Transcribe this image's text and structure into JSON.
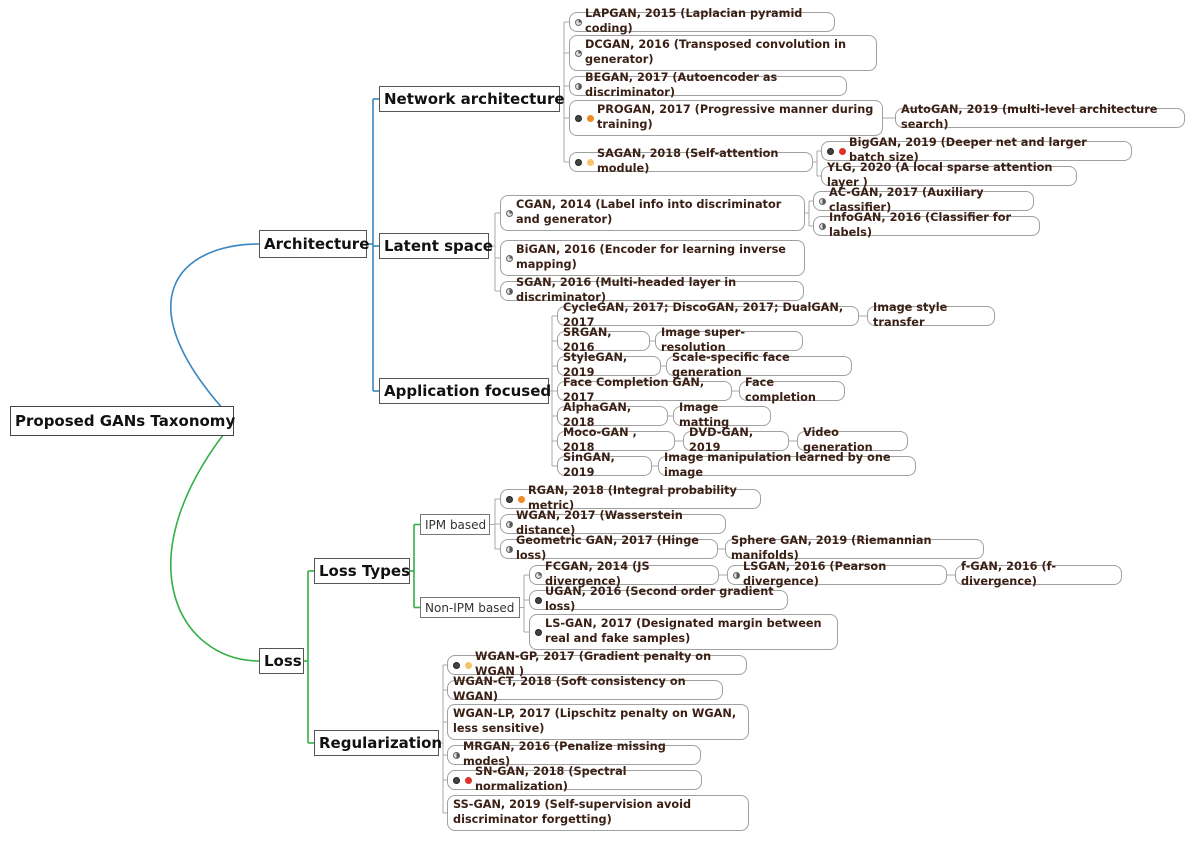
{
  "colors": {
    "architecture_link": "#3a86c0",
    "loss_link": "#33b046",
    "leaf_link": "#aaaaaa",
    "orange_dot": "#f08a24",
    "red_dot": "#e0302a",
    "yellow_dot": "#f5c36b"
  },
  "root": {
    "label": "Proposed GANs Taxonomy"
  },
  "architecture": {
    "label": "Architecture"
  },
  "network_architecture": {
    "label": "Network architecture"
  },
  "latent_space": {
    "label": "Latent space"
  },
  "application_focused": {
    "label": "Application focused"
  },
  "loss": {
    "label": "Loss"
  },
  "loss_types": {
    "label": "Loss Types"
  },
  "ipm_based": {
    "label": "IPM based"
  },
  "non_ipm_based": {
    "label": "Non-IPM based"
  },
  "regularization": {
    "label": "Regularization"
  },
  "leaves": {
    "lapgan": "LAPGAN, 2015 (Laplacian pyramid coding)",
    "dcgan": "DCGAN, 2016 (Transposed convolution in generator)",
    "began": "BEGAN, 2017 (Autoencoder as discriminator)",
    "progan": "PROGAN, 2017 (Progressive manner during training)",
    "autogan": "AutoGAN, 2019 (multi-level architecture search)",
    "sagan": "SAGAN, 2018 (Self-attention module)",
    "biggan": "BigGAN, 2019 (Deeper net and larger batch size)",
    "ylg": "YLG, 2020 (A local sparse attention layer )",
    "cgan": "CGAN, 2014 (Label info into discriminator and generator)",
    "acgan": "AC-GAN, 2017 (Auxiliary classifier)",
    "infogan": "InfoGAN, 2016 (Classifier for labels)",
    "bigan": "BiGAN, 2016 (Encoder for learning inverse mapping)",
    "sgan": "SGAN, 2016 (Multi-headed layer in discriminator)",
    "cyclegan": "CycleGAN, 2017; DiscoGAN, 2017; DualGAN, 2017",
    "style_transfer": "Image style transfer",
    "srgan": "SRGAN, 2016",
    "super_resolution": "Image super-resolution",
    "stylegan": "StyleGAN, 2019",
    "face_generation": "Scale-specific face generation",
    "face_completion_gan": "Face Completion GAN, 2017",
    "face_completion": "Face completion",
    "alphagan": "AlphaGAN, 2018",
    "image_matting": "Image matting",
    "mocogan": "Moco-GAN , 2018",
    "dvdgan": "DVD-GAN, 2019",
    "video_generation": "Video generation",
    "singan": "SinGAN, 2019",
    "image_manipulation": "Image manipulation learned by one image",
    "rgan": "RGAN, 2018 (Integral probability metric)",
    "wgan": "WGAN, 2017 (Wasserstein distance)",
    "geometric_gan": "Geometric GAN, 2017 (Hinge loss)",
    "sphere_gan": "Sphere GAN, 2019 (Riemannian manifolds)",
    "fcgan": "FCGAN, 2014 (JS divergence)",
    "lsgan": "LSGAN, 2016 (Pearson divergence)",
    "fgan": "f-GAN, 2016 (f-divergence)",
    "ugan": "UGAN, 2016 (Second order gradient loss)",
    "ls_gan": "LS-GAN, 2017 (Designated margin between real and fake samples)",
    "wgan_gp": "WGAN-GP, 2017 (Gradient penalty on WGAN )",
    "wgan_ct": "WGAN-CT, 2018 (Soft consistency on WGAN)",
    "wgan_lp": "WGAN-LP, 2017 (Lipschitz penalty on WGAN, less sensitive)",
    "mrgan": "MRGAN, 2016 (Penalize missing modes)",
    "sn_gan": "SN-GAN, 2018 (Spectral normalization)",
    "ss_gan": "SS-GAN, 2019 (Self-supervision avoid discriminator forgetting)"
  }
}
